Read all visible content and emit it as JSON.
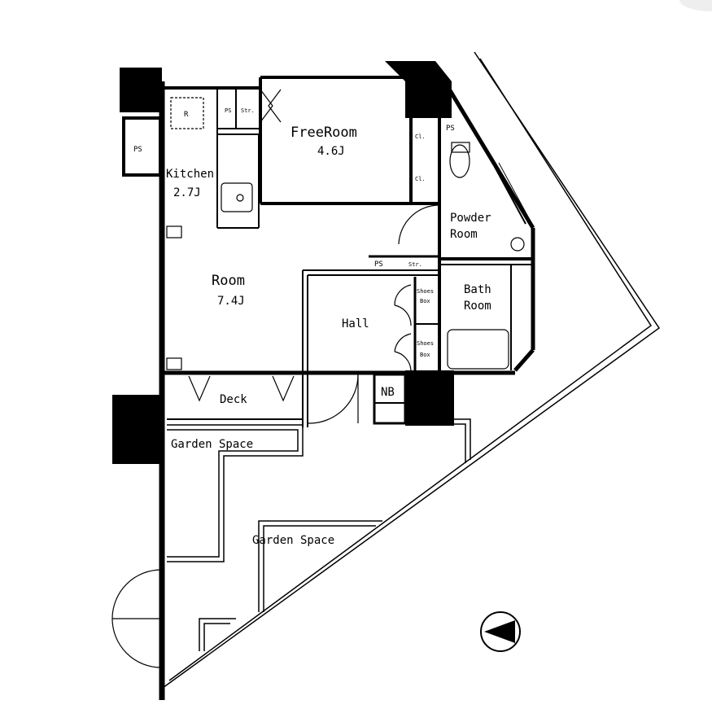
{
  "rooms": {
    "free_room": {
      "name": "FreeRoom",
      "size": "4.6J"
    },
    "kitchen": {
      "name": "Kitchen",
      "size": "2.7J"
    },
    "room": {
      "name": "Room",
      "size": "7.4J"
    },
    "hall": {
      "name": "Hall"
    },
    "powder_room": {
      "line1": "Powder",
      "line2": "Room"
    },
    "bath_room": {
      "line1": "Bath",
      "line2": "Room"
    },
    "deck": {
      "name": "Deck"
    },
    "garden_space_upper": {
      "name": "Garden Space"
    },
    "garden_space_lower": {
      "name": "Garden Space"
    }
  },
  "fixtures": {
    "ps_kitchen": "PS",
    "ps_left": "PS",
    "str_top": "Str.",
    "cl_upper": "Cl.",
    "cl_lower": "Cl.",
    "ps_powder": "PS",
    "ps_hall": "PS",
    "str_hall": "Str.",
    "shoes_box_upper": {
      "line1": "Shoes",
      "line2": "Box"
    },
    "shoes_box_lower": {
      "line1": "Shoes",
      "line2": "Box"
    },
    "nb": "NB",
    "range_hood": "R"
  },
  "colors": {
    "wall": "#000000",
    "background": "#ffffff",
    "line": "#000000"
  }
}
